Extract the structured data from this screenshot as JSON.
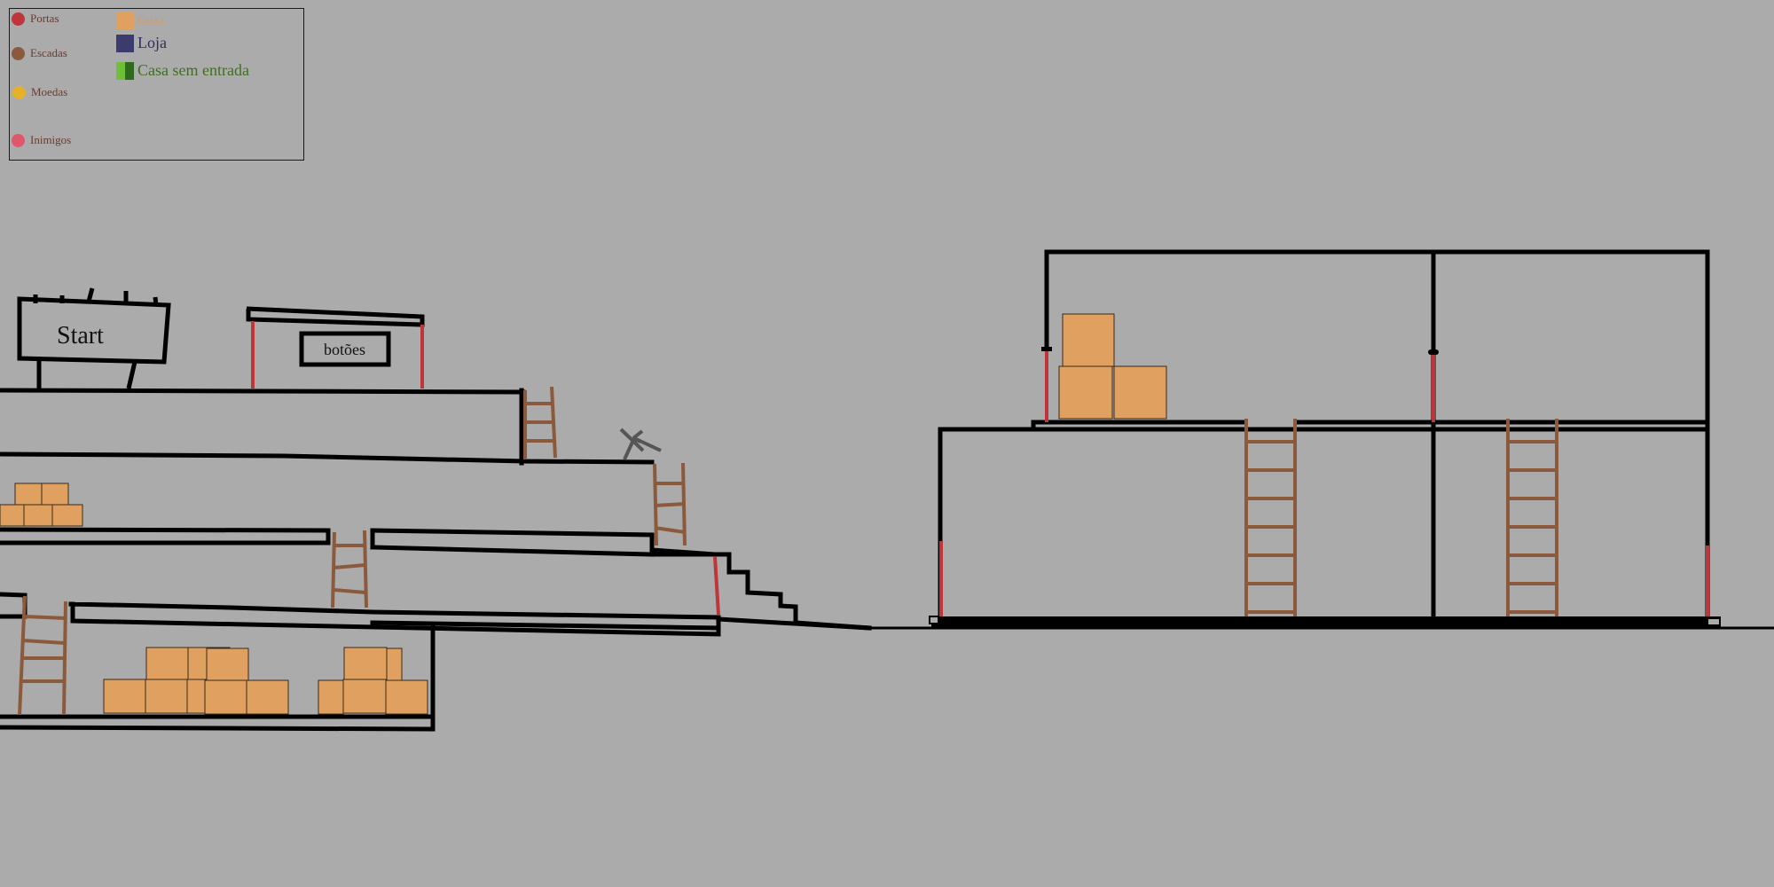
{
  "legend": {
    "left": [
      {
        "label": "Portas",
        "color": "#c0353a",
        "icon": "door-dot-icon"
      },
      {
        "label": "Escadas",
        "color": "#8b5a3c",
        "icon": "ladder-dot-icon"
      },
      {
        "label": "Moedas",
        "color": "#e5b12a",
        "icon": "coin-dot-icon"
      },
      {
        "label": "Inimigos",
        "color": "#e0566a",
        "icon": "enemy-dot-icon"
      }
    ],
    "right": [
      {
        "label": "Caixa",
        "color": "#e0a060",
        "text_color": "#d89a5a",
        "icon": "box-square-icon"
      },
      {
        "label": "Loja",
        "color": "#3b3b6e",
        "text_color": "#2e2e66",
        "icon": "shop-square-icon"
      },
      {
        "label": "Casa sem entrada",
        "color": "#5aa02e",
        "text_color": "#3f6e22",
        "icon": "house-square-icon"
      }
    ]
  },
  "signs": {
    "start": "Start",
    "botoes": "botões"
  },
  "colors": {
    "background": "#ababab",
    "wall": "#000000",
    "door": "#c0353a",
    "ladder": "#8b5a3c",
    "box": "#e0a060",
    "enemy": "#555555"
  }
}
